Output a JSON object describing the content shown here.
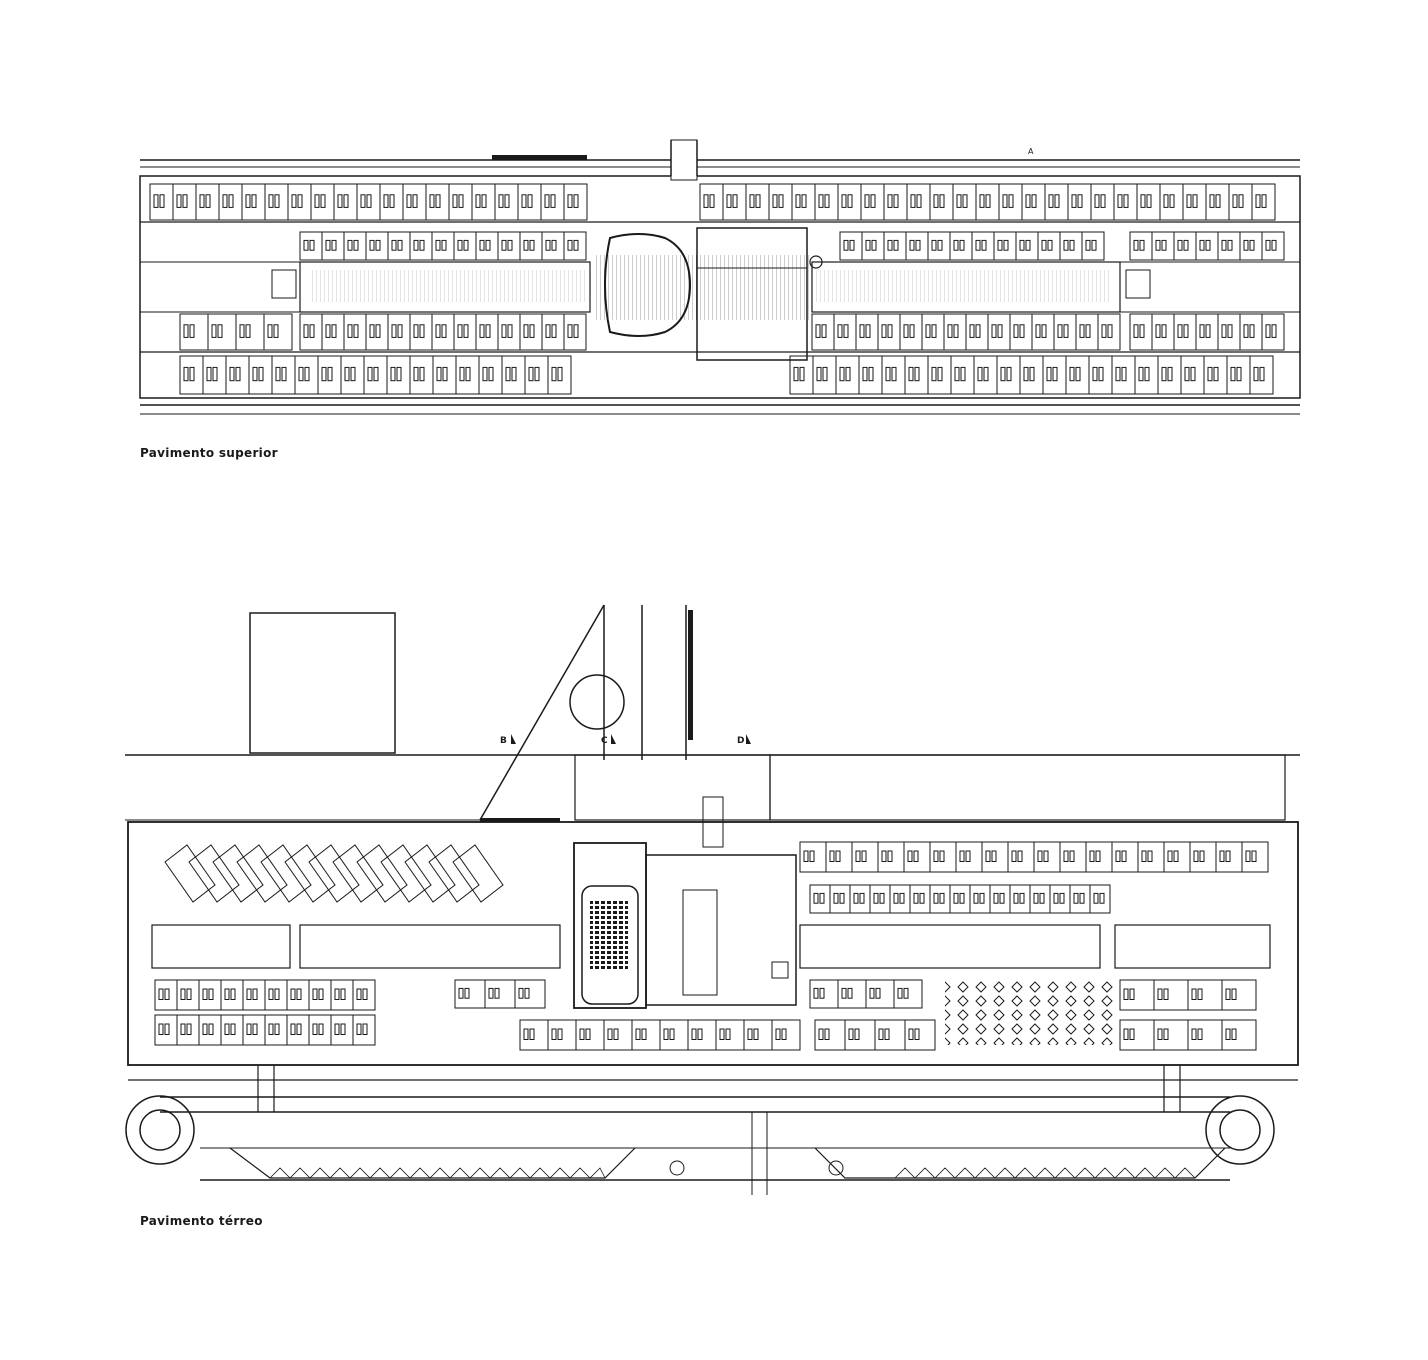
{
  "captions": {
    "upper_floor": "Pavimento superior",
    "ground_floor": "Pavimento térreo"
  },
  "section_markers": {
    "a": "A",
    "b": "B",
    "c": "C",
    "d": "D"
  },
  "colors": {
    "ink": "#1a1a1a",
    "paper": "#ffffff"
  }
}
